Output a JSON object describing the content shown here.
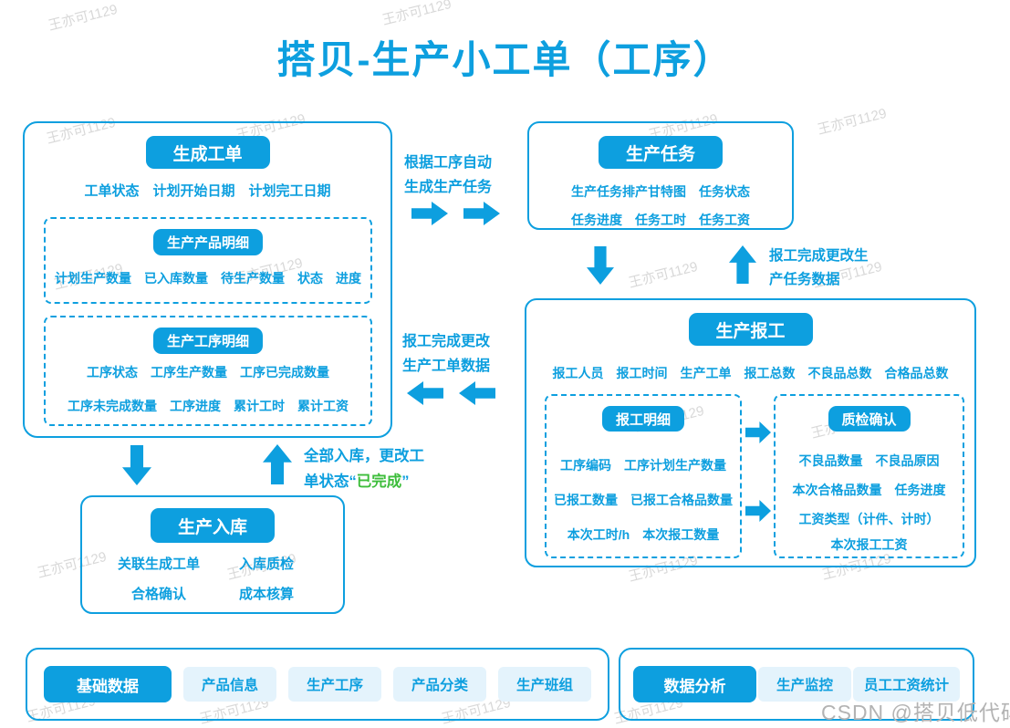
{
  "title": "搭贝-生产小工单（工序）",
  "watermark": {
    "text": "王亦可1129"
  },
  "csdn_watermark": "CSDN @搭贝低代码",
  "colors": {
    "accent": "#0d9fdf",
    "green": "#3dbd3b",
    "chip_bg": "#e4f3fc",
    "watermark": "#d8d8d8"
  },
  "work_order": {
    "header": "生成工单",
    "fields": [
      "工单状态",
      "计划开始日期",
      "计划完工日期"
    ],
    "product_detail": {
      "header": "生产产品明细",
      "line1": [
        "计划生产数量",
        "已入库数量",
        "待生产数量",
        "状态",
        "进度"
      ]
    },
    "process_detail": {
      "header": "生产工序明细",
      "line1": [
        "工序状态",
        "工序生产数量",
        "工序已完成数量"
      ],
      "line2": [
        "工序未完成数量",
        "工序进度",
        "累计工时",
        "累计工资"
      ]
    }
  },
  "task": {
    "header": "生产任务",
    "line1": [
      "生产任务排产甘特图",
      "任务状态"
    ],
    "line2": [
      "任务进度",
      "任务工时",
      "任务工资"
    ]
  },
  "report": {
    "header": "生产报工",
    "line1": [
      "报工人员",
      "报工时间",
      "生产工单",
      "报工总数",
      "不良品总数",
      "合格品总数"
    ],
    "report_detail": {
      "header": "报工明细",
      "line1": [
        "工序编码",
        "工序计划生产数量"
      ],
      "line2": [
        "已报工数量",
        "已报工合格品数量"
      ],
      "line3": [
        "本次工时/h",
        "本次报工数量"
      ]
    },
    "qc": {
      "header": "质检确认",
      "line1": [
        "不良品数量",
        "不良品原因"
      ],
      "line2": [
        "本次合格品数量",
        "任务进度"
      ],
      "line3": "工资类型（计件、计时）",
      "line4": "本次报工工资"
    }
  },
  "inbound": {
    "header": "生产入库",
    "cells": [
      "关联生成工单",
      "入库质检",
      "合格确认",
      "成本核算"
    ]
  },
  "base_bar": {
    "primary": "基础数据",
    "chips": [
      "产品信息",
      "生产工序",
      "产品分类",
      "生产班组"
    ]
  },
  "analysis_bar": {
    "primary": "数据分析",
    "chips": [
      "生产监控",
      "员工工资统计"
    ]
  },
  "annotations": {
    "auto_task": {
      "line1": "根据工序自动",
      "line2": "生成生产任务"
    },
    "update_order": {
      "line1": "报工完成更改",
      "line2": "生产工单数据"
    },
    "update_task": {
      "line1": "报工完成更改生",
      "line2": "产任务数据"
    },
    "complete": {
      "line1": "全部入库，更改工",
      "line2_pre": "单状态“",
      "line2_green": "已完成",
      "line2_post": "”"
    }
  }
}
